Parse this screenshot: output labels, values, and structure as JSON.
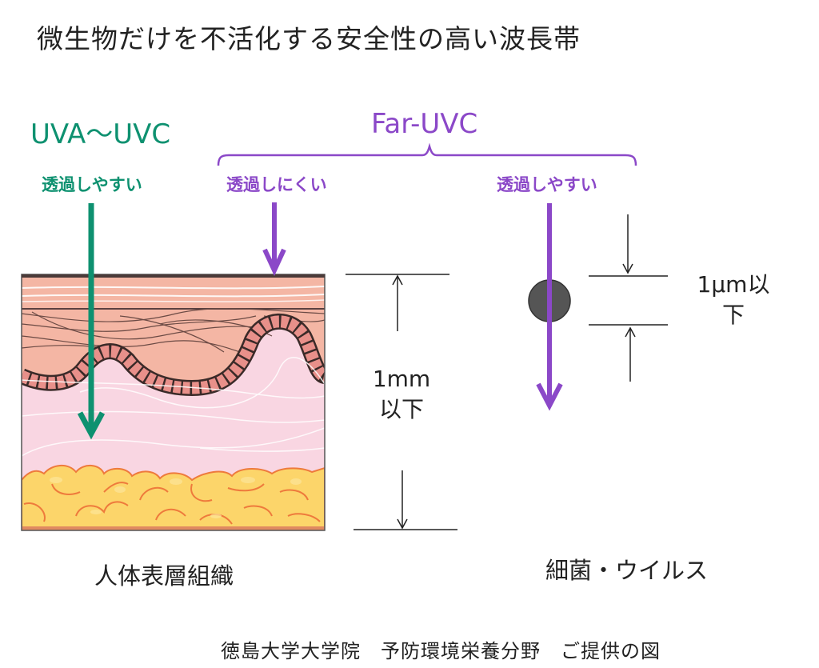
{
  "title": "微生物だけを不活化する安全性の高い波長帯",
  "bands": {
    "uva_uvc": {
      "label": "UVA～UVC",
      "penetration": "透過しやすい",
      "color": "#0e9170"
    },
    "far_uvc": {
      "label": "Far-UVC",
      "penetration_skin": "透過しにくい",
      "penetration_microbe": "透過しやすい",
      "color": "#8b48c8"
    }
  },
  "skin": {
    "caption": "人体表層組織",
    "depth_label_line1": "1mm",
    "depth_label_line2": "以下"
  },
  "microbe": {
    "caption": "細菌・ウイルス",
    "size_label_line1": "1µm以",
    "size_label_line2": "下"
  },
  "credit": "徳島大学大学院　予防環境栄養分野　ご提供の図",
  "colors": {
    "skin_top": "#f4b6a4",
    "epidermis_cells": "#e8908a",
    "dermis": "#f9d6e2",
    "fat": "#fcd56a",
    "fat_outline": "#ee7a3c",
    "microbe": "#555555"
  }
}
